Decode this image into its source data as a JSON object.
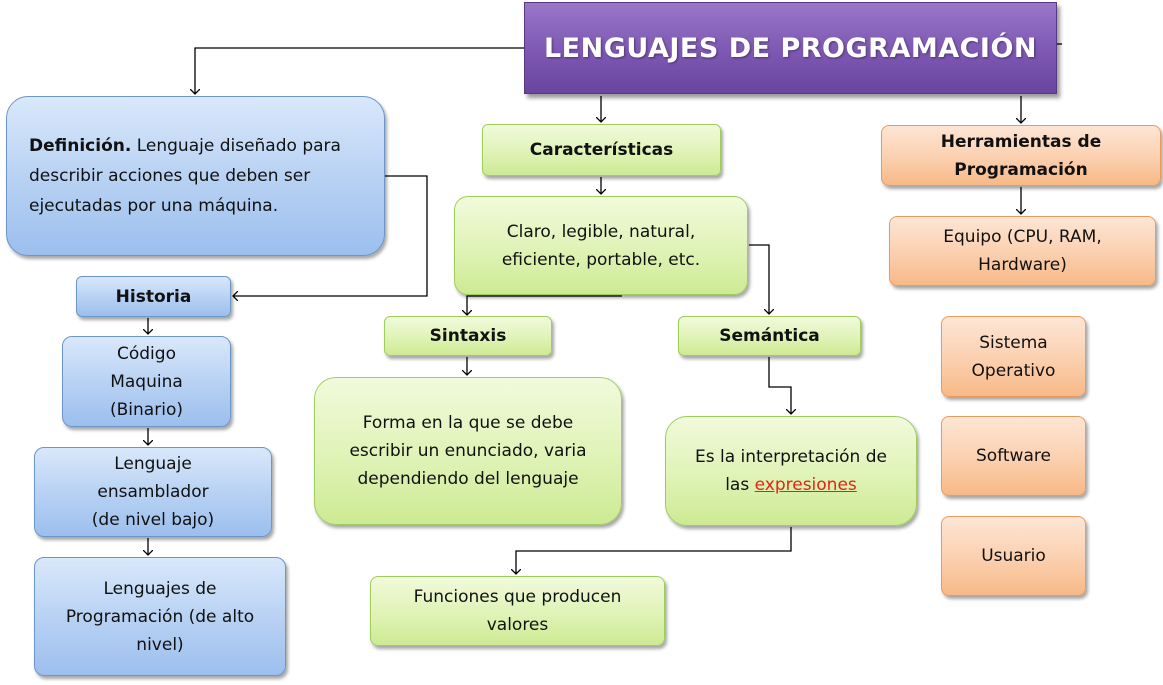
{
  "title": "LENGUAJES DE PROGRAMACIÓN",
  "definition": {
    "label": "Definición.",
    "text": " Lenguaje diseñado para describir acciones que deben ser ejecutadas por una máquina."
  },
  "historia": {
    "label": "Historia",
    "items": [
      "Código\nMaquina\n(Binario)",
      "Lenguaje\nensamblador\n(de nivel bajo)",
      "Lenguajes de\nProgramación (de alto\nnivel)"
    ]
  },
  "caracteristicas": {
    "label": "Características",
    "description": "Claro, legible, natural,\neficiente, portable, etc."
  },
  "sintaxis": {
    "label": "Sintaxis",
    "description": "Forma en la que se debe\nescribir un enunciado, varia\ndependiendo del lenguaje"
  },
  "semantica": {
    "label": "Semántica",
    "description_prefix": "Es la interpretación de\nlas ",
    "description_link": "expresiones"
  },
  "funciones": "Funciones que producen\nvalores",
  "herramientas": {
    "label": "Herramientas de\nProgramación",
    "items": [
      "Equipo (CPU, RAM,\nHardware)",
      "Sistema\nOperativo",
      "Software",
      "Usuario"
    ]
  },
  "colors": {
    "title": "#7d57b2",
    "blue": "#b6d0f3",
    "green": "#dff3b6",
    "orange": "#fbcfae",
    "link": "#e0241b"
  }
}
